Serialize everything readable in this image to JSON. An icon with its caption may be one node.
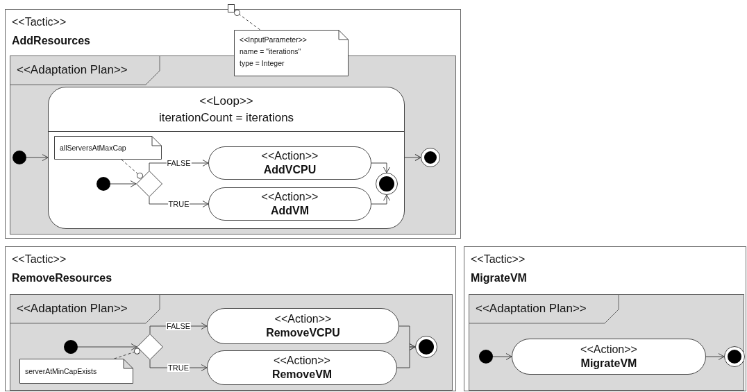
{
  "diagram": {
    "nodes": [
      {
        "text": [
          "<<Tactic>>",
          "AddResources"
        ]
      },
      {
        "text": [],
        "shape": "box"
      },
      {
        "text": [
          "<<InputParameter>>",
          "name = \"iterations\"",
          "type = Integer"
        ],
        "in": 0
      },
      {
        "text": [
          "<<Adaptation Plan>>"
        ],
        "in": 0
      },
      {
        "text": [],
        "shape": "circle",
        "in": 3
      },
      {
        "text": [
          "<<Loop>>",
          "iterationCount = iterations"
        ],
        "in": 3
      },
      {
        "text": [],
        "shape": "circle",
        "in": 3
      },
      {
        "text": [
          "allServersAtMaxCap"
        ],
        "in": 5
      },
      {
        "text": [],
        "shape": "circle",
        "in": 5
      },
      {
        "text": [],
        "shape": "diamond",
        "in": 5
      },
      {
        "text": [
          "<<Action>>",
          "AddVCPU"
        ],
        "in": 5
      },
      {
        "text": [
          "<<Action>>",
          "AddVM"
        ],
        "in": 5
      },
      {
        "text": [],
        "shape": "circle",
        "in": 5
      },
      {
        "text": [
          "<<Tactic>>",
          "RemoveResources"
        ]
      },
      {
        "text": [
          "<<Adaptation Plan>>"
        ],
        "in": 13
      },
      {
        "text": [],
        "shape": "circle",
        "in": 14
      },
      {
        "text": [],
        "shape": "diamond",
        "in": 14
      },
      {
        "text": [
          "<<Action>>",
          "RemoveVCPU"
        ],
        "in": 14
      },
      {
        "text": [
          "<<Action>>",
          "RemoveVM"
        ],
        "in": 14
      },
      {
        "text": [],
        "shape": "circle",
        "in": 14
      },
      {
        "text": [
          "serverAtMinCapExists"
        ],
        "in": 14
      },
      {
        "text": [
          "<<Tactic>>",
          "MigrateVM"
        ]
      },
      {
        "text": [
          "<<Adaptation Plan>>"
        ],
        "in": 21
      },
      {
        "text": [],
        "shape": "circle",
        "in": 22
      },
      {
        "text": [
          "<<Action>>",
          "MigrateVM"
        ],
        "in": 22
      },
      {
        "text": [],
        "shape": "circle",
        "in": 22
      }
    ],
    "edges": [
      {
        "from": 2,
        "to": 1,
        "arrow": "other",
        "style": "dashed"
      },
      {
        "from": 4,
        "to": 5,
        "arrow": "to"
      },
      {
        "from": 5,
        "to": 6,
        "arrow": "to"
      },
      {
        "from": 7,
        "to": 9,
        "arrow": "other",
        "style": "dashed"
      },
      {
        "from": 8,
        "to": 9,
        "arrow": "to"
      },
      {
        "from": 9,
        "to": 10,
        "arrow": "to",
        "label": "FALSE"
      },
      {
        "from": 9,
        "to": 11,
        "arrow": "to",
        "label": "TRUE"
      },
      {
        "from": 10,
        "to": 12,
        "arrow": "to"
      },
      {
        "from": 11,
        "to": 12,
        "arrow": "to"
      },
      {
        "from": 15,
        "to": 16,
        "arrow": "to"
      },
      {
        "from": 16,
        "to": 17,
        "arrow": "to",
        "label": "FALSE"
      },
      {
        "from": 16,
        "to": 18,
        "arrow": "to",
        "label": "TRUE"
      },
      {
        "from": 17,
        "to": 19,
        "arrow": "to"
      },
      {
        "from": 18,
        "to": 19,
        "arrow": "to"
      },
      {
        "from": 20,
        "to": 16,
        "arrow": "other",
        "style": "dashed"
      },
      {
        "from": 23,
        "to": 24,
        "arrow": "to"
      },
      {
        "from": 24,
        "to": 25,
        "arrow": "to"
      }
    ]
  }
}
